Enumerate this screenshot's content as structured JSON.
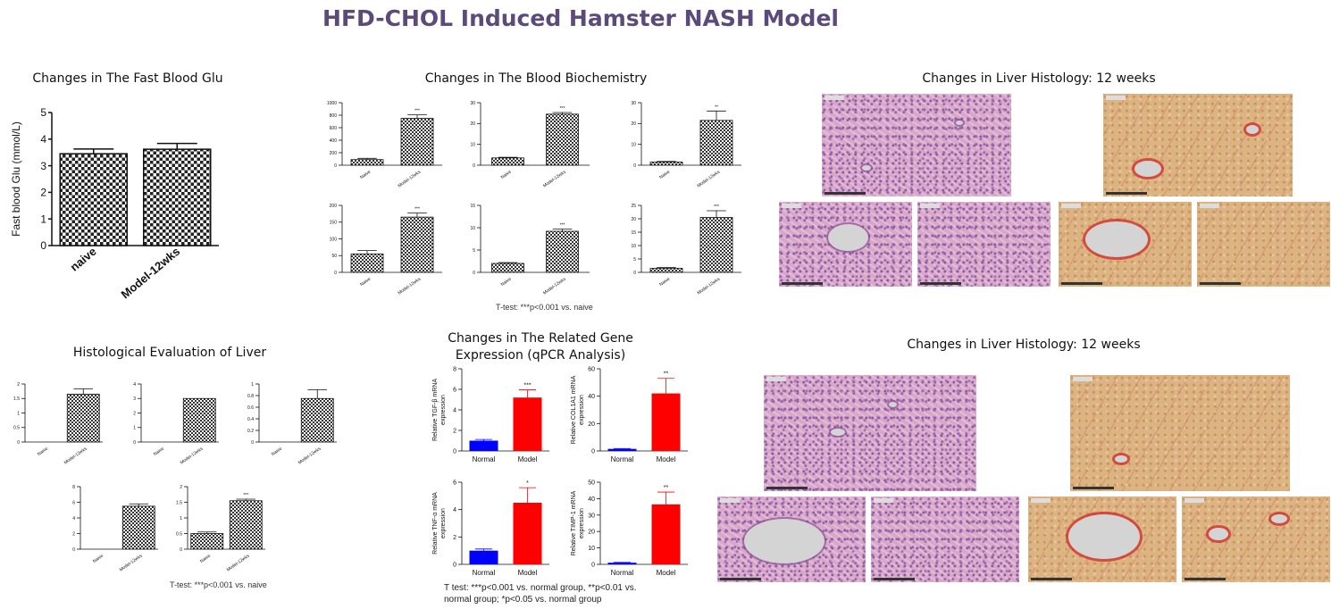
{
  "page_title": "HFD-CHOL Induced Hamster NASH Model",
  "sections": {
    "fbg_title": "Changes in The Fast Blood Glu",
    "biochem_title": "Changes in The Blood Biochemistry",
    "biochem_note": "T-test: ***p<0.001 vs. naive",
    "histo_eval_title": "Histological Evaluation of Liver",
    "histo_eval_note": "T-test: ***p<0.001 vs. naive",
    "gene_title_line1": "Changes in The Related Gene",
    "gene_title_line2": "Expression (qPCR Analysis)",
    "gene_note_line1": "T test: ***p<0.001 vs. normal group, **p<0.01 vs.",
    "gene_note_line2": "normal group;  *p<0.05 vs. normal group",
    "liver_histo_title_1": "Changes in Liver Histology: 12 weeks",
    "liver_histo_title_2": "Changes in Liver Histology: 12 weeks"
  },
  "colors": {
    "title": "#5b4a7a",
    "normal_bar": "#0000ff",
    "model_bar": "#ff0000",
    "checker": "#333333"
  },
  "chart_data": [
    {
      "id": "fbg",
      "type": "bar",
      "categories": [
        "naive",
        "Model-12wks"
      ],
      "values": [
        3.45,
        3.62
      ],
      "errors": [
        0.18,
        0.22
      ],
      "ylabel": "Fast blood Glu (mmol/L)",
      "ylim": [
        0,
        5
      ],
      "yticks": [
        0,
        1,
        2,
        3,
        4,
        5
      ],
      "pattern": "checker"
    },
    {
      "id": "bc1",
      "type": "bar",
      "categories": [
        "Naive",
        "Model-12wks"
      ],
      "values": [
        90,
        750
      ],
      "errors": [
        20,
        55
      ],
      "ylim": [
        0,
        1000
      ],
      "yticks": [
        0,
        200,
        400,
        600,
        800,
        1000
      ],
      "pattern": "checker",
      "sig": [
        "",
        "***"
      ]
    },
    {
      "id": "bc2",
      "type": "bar",
      "categories": [
        "Naive",
        "Model-12wks"
      ],
      "values": [
        3.5,
        24.5
      ],
      "errors": [
        0.3,
        0.8
      ],
      "ylim": [
        0,
        30
      ],
      "yticks": [
        0,
        10,
        20,
        30
      ],
      "pattern": "checker",
      "sig": [
        "",
        "***"
      ]
    },
    {
      "id": "bc3",
      "type": "bar",
      "categories": [
        "Naive",
        "Model-12wks"
      ],
      "values": [
        1.5,
        21.5
      ],
      "errors": [
        0.3,
        4.5
      ],
      "ylim": [
        0,
        30
      ],
      "yticks": [
        0,
        10,
        20,
        30
      ],
      "pattern": "checker",
      "sig": [
        "",
        "**"
      ]
    },
    {
      "id": "bc4",
      "type": "bar",
      "categories": [
        "Naive",
        "Model-12wks"
      ],
      "values": [
        55,
        165
      ],
      "errors": [
        10,
        12
      ],
      "ylim": [
        0,
        200
      ],
      "yticks": [
        0,
        50,
        100,
        150,
        200
      ],
      "pattern": "checker",
      "sig": [
        "",
        "***"
      ]
    },
    {
      "id": "bc5",
      "type": "bar",
      "categories": [
        "Naive",
        "Model-12wks"
      ],
      "values": [
        2,
        9.2
      ],
      "errors": [
        0.2,
        0.5
      ],
      "ylim": [
        0,
        15
      ],
      "yticks": [
        0,
        5,
        10,
        15
      ],
      "pattern": "checker",
      "sig": [
        "",
        "***"
      ]
    },
    {
      "id": "bc6",
      "type": "bar",
      "categories": [
        "Naive",
        "Model-12wks"
      ],
      "values": [
        1.5,
        20.5
      ],
      "errors": [
        0.3,
        2.5
      ],
      "ylim": [
        0,
        25
      ],
      "yticks": [
        0,
        5,
        10,
        15,
        20,
        25
      ],
      "pattern": "checker",
      "sig": [
        "",
        "***"
      ]
    },
    {
      "id": "he1",
      "type": "bar",
      "categories": [
        "Naive",
        "Model-12wks"
      ],
      "values": [
        0,
        1.65
      ],
      "errors": [
        0,
        0.18
      ],
      "ylim": [
        0,
        2.0
      ],
      "yticks": [
        0,
        0.5,
        1.0,
        1.5,
        2.0
      ],
      "pattern": "checker"
    },
    {
      "id": "he2",
      "type": "bar",
      "categories": [
        "Naive",
        "Model-12wks"
      ],
      "values": [
        0,
        3.0
      ],
      "errors": [
        0,
        0
      ],
      "ylim": [
        0,
        4
      ],
      "yticks": [
        0,
        1,
        2,
        3,
        4
      ],
      "pattern": "checker"
    },
    {
      "id": "he3",
      "type": "bar",
      "categories": [
        "Naive",
        "Model-12wks"
      ],
      "values": [
        0,
        0.75
      ],
      "errors": [
        0,
        0.15
      ],
      "ylim": [
        0,
        1.0
      ],
      "yticks": [
        0,
        0.2,
        0.4,
        0.6,
        0.8,
        1.0
      ],
      "pattern": "checker"
    },
    {
      "id": "he4",
      "type": "bar",
      "categories": [
        "Naive",
        "Model-12wks"
      ],
      "values": [
        0,
        5.5
      ],
      "errors": [
        0,
        0.3
      ],
      "ylim": [
        0,
        8
      ],
      "yticks": [
        0,
        2,
        4,
        6,
        8
      ],
      "pattern": "checker"
    },
    {
      "id": "he5",
      "type": "bar",
      "categories": [
        "Naive",
        "Model-12wks"
      ],
      "values": [
        0.5,
        1.55
      ],
      "errors": [
        0.05,
        0.05
      ],
      "ylim": [
        0,
        2.0
      ],
      "yticks": [
        0,
        0.5,
        1.0,
        1.5,
        2.0
      ],
      "pattern": "checker",
      "sig": [
        "",
        "***"
      ]
    },
    {
      "id": "g1",
      "type": "bar",
      "categories": [
        "Normal",
        "Model"
      ],
      "values": [
        1.0,
        5.2
      ],
      "errors": [
        0.12,
        0.75
      ],
      "ylim": [
        0,
        8
      ],
      "yticks": [
        0,
        2,
        4,
        6,
        8
      ],
      "ylabel_line1": "Relative TGF-β mRNA",
      "ylabel_line2": "expression",
      "pattern": "color",
      "sig": [
        "",
        "***"
      ]
    },
    {
      "id": "g2",
      "type": "bar",
      "categories": [
        "Normal",
        "Model"
      ],
      "values": [
        1.5,
        42
      ],
      "errors": [
        0.3,
        11
      ],
      "ylim": [
        0,
        60
      ],
      "yticks": [
        0,
        20,
        40,
        60
      ],
      "ylabel_line1": "Relative COL1A1 mRNA",
      "ylabel_line2": "expression",
      "pattern": "color",
      "sig": [
        "",
        "**"
      ]
    },
    {
      "id": "g3",
      "type": "bar",
      "categories": [
        "Normal",
        "Model"
      ],
      "values": [
        1.0,
        4.5
      ],
      "errors": [
        0.12,
        1.1
      ],
      "ylim": [
        0,
        6
      ],
      "yticks": [
        0,
        2,
        4,
        6
      ],
      "ylabel_line1": "Relative TNF-α mRNA",
      "ylabel_line2": "expression",
      "pattern": "color",
      "sig": [
        "",
        "*"
      ]
    },
    {
      "id": "g4",
      "type": "bar",
      "categories": [
        "Normal",
        "Model"
      ],
      "values": [
        1.0,
        36.5
      ],
      "errors": [
        0.2,
        7.5
      ],
      "ylim": [
        0,
        50
      ],
      "yticks": [
        0,
        10,
        20,
        30,
        40,
        50
      ],
      "ylabel_line1": "Relative TIMP-1 mRNA",
      "ylabel_line2": "expression",
      "pattern": "color",
      "sig": [
        "",
        "**"
      ]
    }
  ]
}
